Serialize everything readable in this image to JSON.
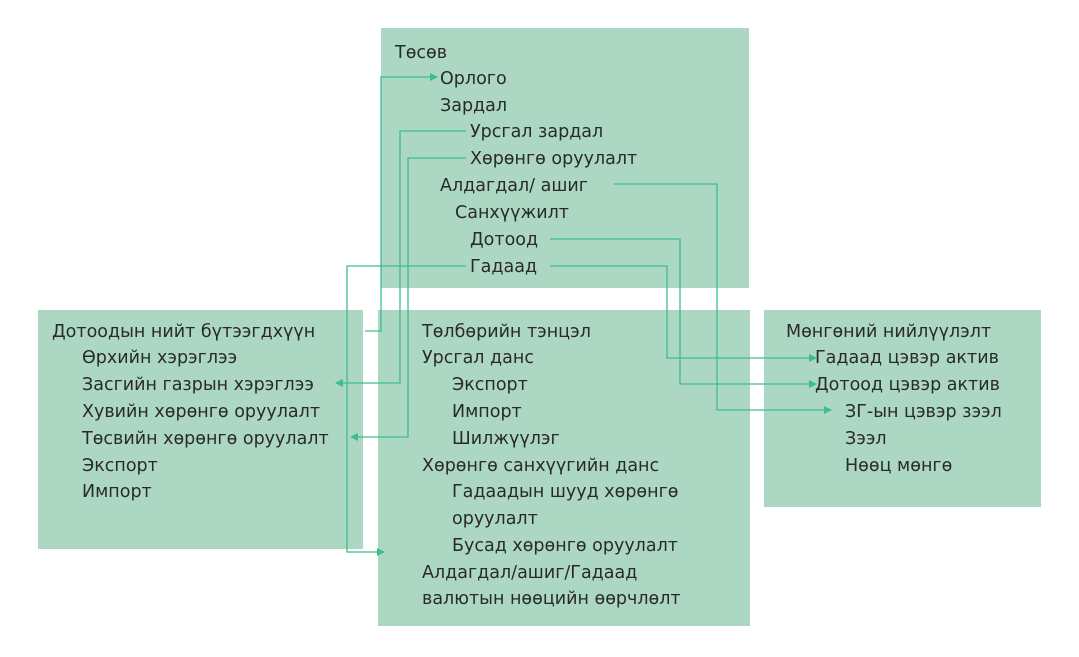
{
  "colors": {
    "box": "#acd8c3",
    "connector": "#3dbd8e",
    "text": "#2a2a2a"
  },
  "budget": {
    "title": "Төсөв",
    "items": [
      "Орлого",
      "Зардал",
      "Урсгал зардал",
      "Хөрөнгө оруулалт",
      "Алдагдал/ ашиг",
      "Санхүүжилт",
      "Дотоод",
      "Гадаад"
    ]
  },
  "gdp": {
    "title": "Дотоодын нийт бүтээгдхүүн",
    "items": [
      "Өрхийн хэрэглээ",
      "Засгийн газрын хэрэглээ",
      "Хувийн хөрөнгө оруулалт",
      "Төсвийн хөрөнгө оруулалт",
      "Экспорт",
      "Импорт"
    ]
  },
  "bop": {
    "title": "Төлбөрийн тэнцэл",
    "items": [
      "Урсгал данс",
      "Экспорт",
      "Импорт",
      "Шилжүүлэг",
      "Хөрөнгө санхүүгийн данс",
      "Гадаадын шууд хөрөнгө",
      "оруулалт",
      "Бусад хөрөнгө оруулалт",
      "Алдагдал/ашиг/Гадаад",
      "валютын нөөцийн өөрчлөлт"
    ]
  },
  "monetary": {
    "title": "Мөнгөний нийлүүлэлт",
    "items": [
      "Гадаад цэвэр актив",
      "Дотоод цэвэр актив",
      "ЗГ-ын цэвэр зээл",
      "Зээл",
      "Нөөц мөнгө"
    ]
  }
}
